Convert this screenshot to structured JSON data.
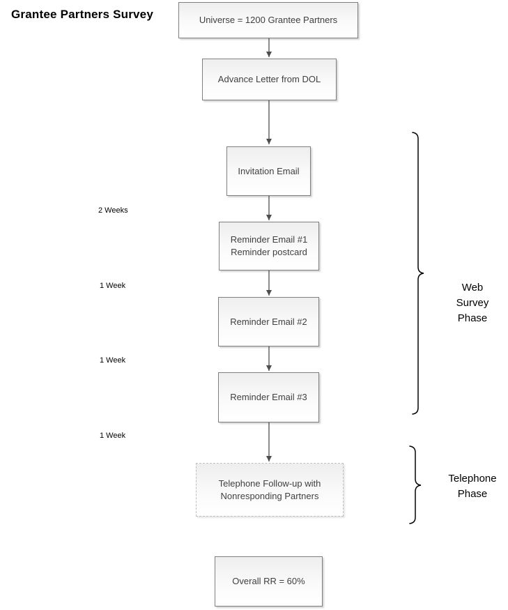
{
  "page": {
    "title": "Grantee Partners Survey"
  },
  "flow": {
    "boxes": [
      {
        "name": "universe",
        "label": "Universe = 1200 Grantee Partners",
        "border": "solid"
      },
      {
        "name": "advance-letter",
        "label": "Advance Letter from DOL",
        "border": "solid"
      },
      {
        "name": "invitation-email",
        "label": "Invitation Email",
        "border": "solid"
      },
      {
        "name": "reminder-email-1",
        "label": "Reminder Email #1\nReminder postcard",
        "border": "solid"
      },
      {
        "name": "reminder-email-2",
        "label": "Reminder Email #2",
        "border": "solid"
      },
      {
        "name": "reminder-email-3",
        "label": "Reminder Email #3",
        "border": "solid"
      },
      {
        "name": "telephone-followup",
        "label": "Telephone Follow-up with\nNonresponding Partners",
        "border": "dashed"
      },
      {
        "name": "overall-response-rate",
        "label": "Overall RR = 60%",
        "border": "solid"
      }
    ],
    "interval_labels": [
      "2 Weeks",
      "1 Week",
      "1 Week",
      "1 Week"
    ]
  },
  "phases": [
    {
      "name": "web-survey-phase",
      "label": "Web\nSurvey\nPhase"
    },
    {
      "name": "telephone-phase",
      "label": "Telephone\nPhase"
    }
  ],
  "colors": {
    "box_border": "#7f7f7f",
    "box_fill_top": "#eeeeee",
    "box_fill_bottom": "#ffffff",
    "arrow": "#4d4d4d",
    "box_text": "#3f3f3f",
    "brace": "#000000"
  }
}
